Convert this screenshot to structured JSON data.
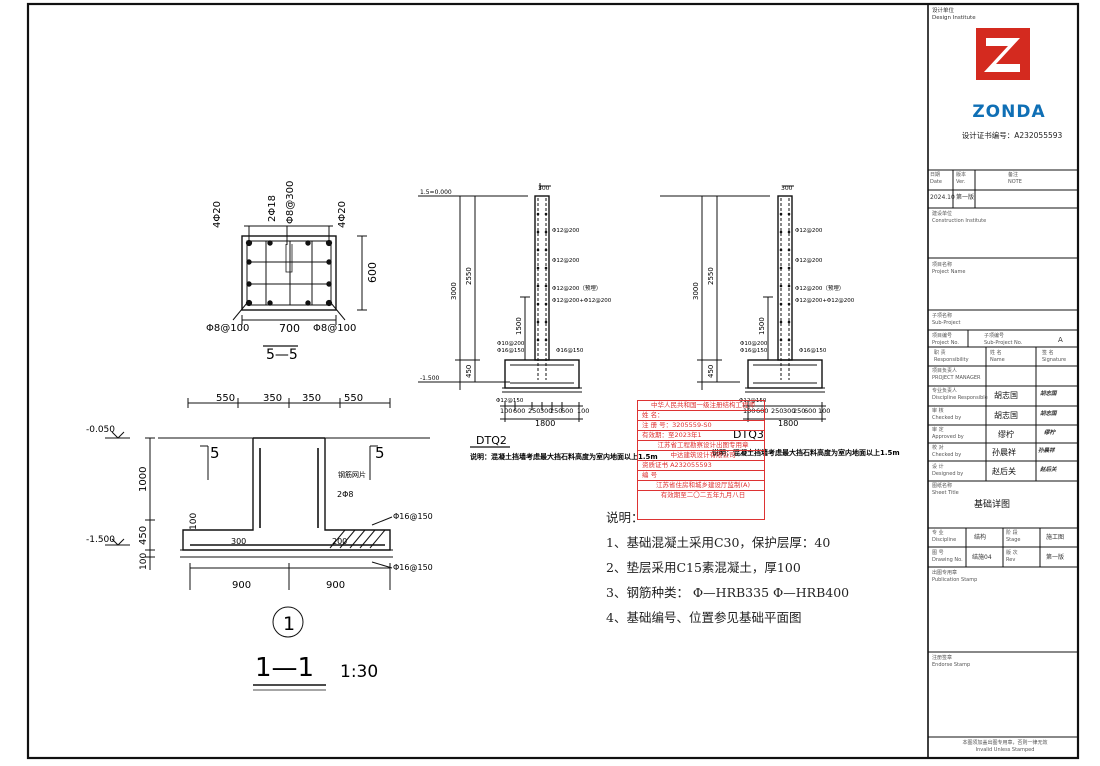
{
  "logo": {
    "brand": "ZONDA",
    "institute_label_cn": "设计单位",
    "institute_label_en": "Design Institute",
    "cert": "设计证书编号：A232055593",
    "brand_color": "#d42a1f",
    "brand_text_color": "#0f6fb5"
  },
  "title_block": {
    "date_label_cn": "日期",
    "date_label_en": "Date",
    "version_label_cn": "版本",
    "version_label_en": "Ver.",
    "note_label_cn": "备注",
    "note_label_en": "NOTE",
    "date": "2024.10",
    "version": "第一版",
    "client_label_cn": "建设单位",
    "client_label_en": "Construction Institute",
    "project_label_cn": "项目名称",
    "project_label_en": "Project Name",
    "subproject_label_cn": "子项名称",
    "subproject_label_en": "Sub-Project",
    "project_no_label_cn": "项目编号",
    "project_no_label_en": "Project No.",
    "subproject_no_label_cn": "子项编号",
    "subproject_no_label_en": "Sub-Project No.",
    "subproject_no": "A",
    "role_header": "职 责",
    "name_header": "姓 名",
    "sign_header": "签 名",
    "role_header_en": "Responsibility",
    "name_header_en": "Name",
    "sign_header_en": "Signature",
    "roles": [
      {
        "cn": "项目负责人",
        "en": "PROJECT MANAGER",
        "name": "",
        "sign": ""
      },
      {
        "cn": "专业负责人",
        "en": "Discipline Responsible",
        "name": "胡志国",
        "sign": "胡志国"
      },
      {
        "cn": "审 核",
        "en": "Checked by",
        "name": "胡志国",
        "sign": "胡志国"
      },
      {
        "cn": "审 定",
        "en": "Approved by",
        "name": "缪柠",
        "sign": "缪柠"
      },
      {
        "cn": "校 对",
        "en": "Checked by",
        "name": "孙晨祥",
        "sign": "孙晨祥"
      },
      {
        "cn": "设 计",
        "en": "Designed by",
        "name": "赵后关",
        "sign": "赵后关"
      }
    ],
    "sheet_title_label_cn": "图纸名称",
    "sheet_title_label_en": "Sheet Title",
    "sheet_title": "基础详图",
    "discipline_label_cn": "专 业",
    "discipline_label_en": "Discipline",
    "discipline": "结构",
    "stage_label_cn": "阶 段",
    "stage_label_en": "Stage",
    "stage": "施工图",
    "drawing_no_label_cn": "图 号",
    "drawing_no_label_en": "Drawing No.",
    "drawing_no": "结施04",
    "rev_label_cn": "版 次",
    "rev_label_en": "Rev",
    "rev": "第一版",
    "pub_stamp_label_cn": "出图专用章",
    "pub_stamp_label_en": "Publication Stamp",
    "reg_stamp_label_cn": "注册签章",
    "reg_stamp_label_en": "Endorse Stamp",
    "footer_cn": "本图须加盖出图专用章，否则一律无效",
    "footer_en": "Invalid Unless Stamped"
  },
  "section55": {
    "top_left": "4Φ20",
    "top_mid1": "2Φ18",
    "top_mid2": "Φ8@300",
    "top_right": "4Φ20",
    "width": "700",
    "height": "600",
    "stirrup_left": "Φ8@100",
    "stirrup_right": "Φ8@100",
    "title": "5—5"
  },
  "section11": {
    "dims_top": [
      "550",
      "350",
      "350",
      "550"
    ],
    "level_top": "-0.050",
    "level_bottom": "-1.500",
    "cut_left": "5",
    "cut_right": "5",
    "h1": "1000",
    "h2": "450",
    "h3": "100",
    "h4": "100",
    "bar_label": "钢筋网片",
    "bars": "2Φ8",
    "rebar1": "Φ16@150",
    "rebar2": "Φ16@150",
    "pad300": "300",
    "pad200": "200",
    "dims_bottom": [
      "900",
      "900"
    ],
    "marker": "1",
    "title": "1—1",
    "scale": "1:30"
  },
  "dtq2": {
    "level_top": "1.5=0.000",
    "level_bottom": "-1.500",
    "h_total": "3000",
    "h_upper": "2550",
    "h_lower": "450",
    "h_mid": "1500",
    "top": "300",
    "rebar": [
      "Φ12@200",
      "Φ12@200",
      "Φ12@200（预埋）",
      "Φ12@200+Φ12@200",
      "Φ10@200",
      "Φ16@150",
      "Φ16@150",
      "Φ12@150"
    ],
    "bot_dims": [
      "100",
      "600",
      "250",
      "300",
      "250",
      "600",
      "100"
    ],
    "bot_total": "1800",
    "title": "DTQ2",
    "note": "说明：混凝土挡墙考虑最大挡石料高度为室内地面以上1.5m"
  },
  "dtq3": {
    "h_total": "3000",
    "h_upper": "2550",
    "h_lower": "450",
    "h_mid": "1500",
    "top": "300",
    "rebar": [
      "Φ12@200",
      "Φ12@200",
      "Φ12@200（预埋）",
      "Φ12@200+Φ12@200",
      "Φ10@200",
      "Φ16@150",
      "Φ16@150",
      "Φ12@150"
    ],
    "bot_dims": [
      "100",
      "600",
      "250",
      "300",
      "250",
      "600",
      "100"
    ],
    "bot_total": "1800",
    "title": "DTQ3",
    "note": "说明：混凝土挡墙考虑最大挡石料高度为室内地面以上1.5m"
  },
  "stamp": {
    "lines": [
      "中华人民共和国一级注册结构工程师",
      "姓 名：",
      "注 册 号：3205559-S0",
      "有效期：至2023年1",
      "江苏省工程勘察设计出图专用章",
      "中达建筑设计有限公司",
      "资质证书 A232055593",
      "编 号",
      "江苏省住房和城乡建设厅监制(A)",
      "有效期至二〇二五年九月八日"
    ],
    "color": "#d33"
  },
  "notes": {
    "title": "说明：",
    "items": [
      "1、基础混凝土采用C30，保护层厚：40",
      "2、垫层采用C15素混凝土，厚100",
      "3、钢筋种类：  Φ—HRB335  Φ—HRB400",
      "4、基础编号、位置参见基础平面图"
    ]
  }
}
